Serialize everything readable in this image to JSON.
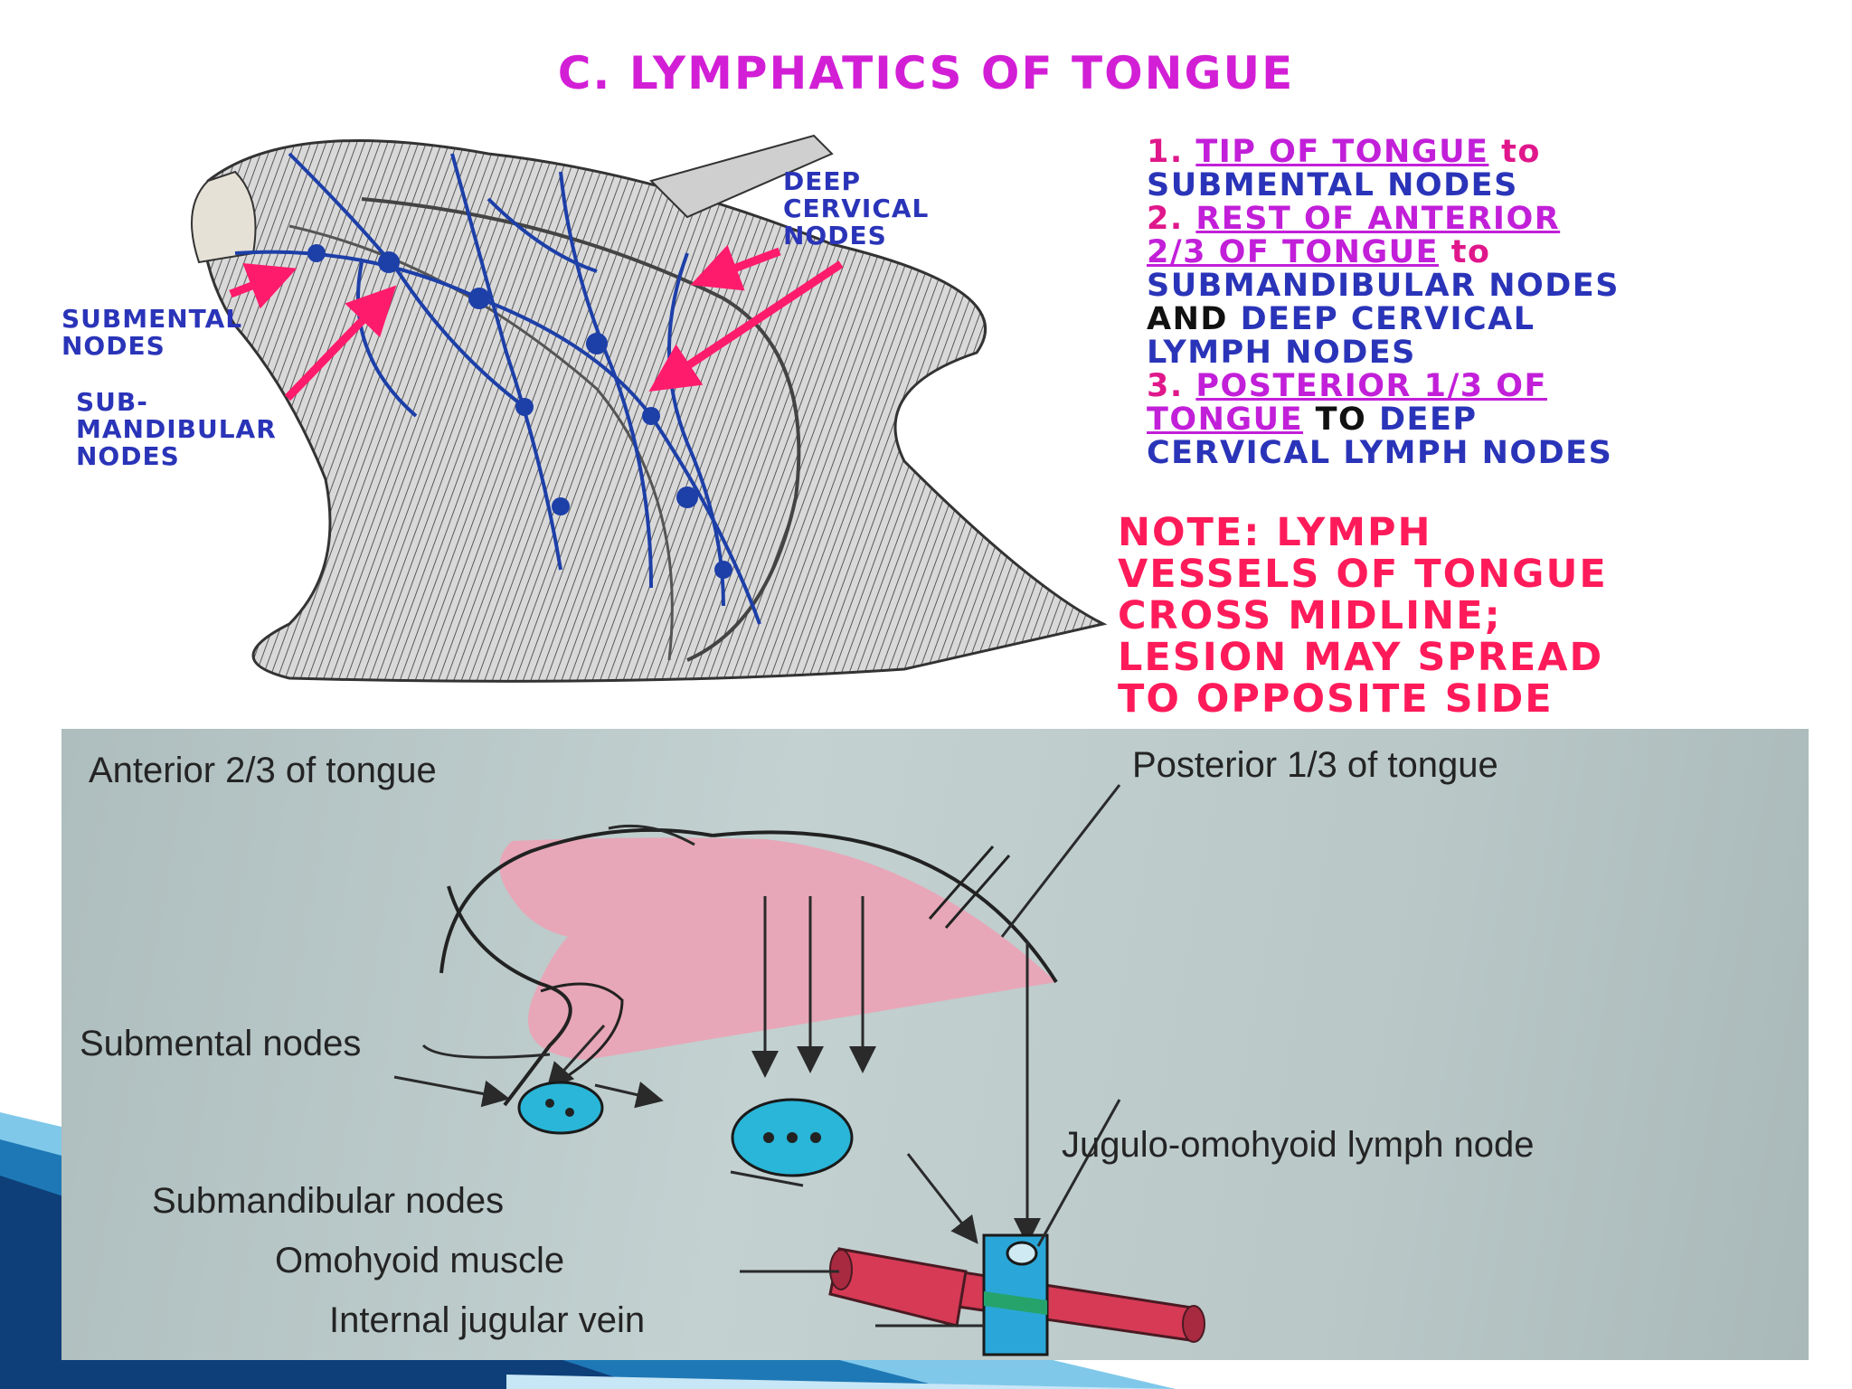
{
  "title": "C. LYMPHATICS OF TONGUE",
  "drawing_labels": {
    "deep_cervical": [
      "DEEP",
      "CERVICAL",
      "NODES"
    ],
    "submental": [
      "SUBMENTAL",
      "NODES"
    ],
    "submandibular": [
      "SUB-",
      "MANDIBULAR",
      "NODES"
    ]
  },
  "drainage_list": [
    {
      "num": "1.",
      "region": "TIP OF TONGUE",
      "connector": "to",
      "dest": "SUBMENTAL NODES"
    },
    {
      "num": "2.",
      "region_line1": "REST OF ANTERIOR",
      "region_line2": "2/3 OF TONGUE",
      "connector": "to",
      "dest_line1": "SUBMANDIBULAR NODES",
      "and": "AND",
      "dest_line2": "DEEP CERVICAL",
      "dest_line3": "LYMPH NODES"
    },
    {
      "num": "3.",
      "region_line1": "POSTERIOR 1/3 OF",
      "region_line2": "TONGUE",
      "connector": "TO",
      "dest_line1": "DEEP",
      "dest_line2": "CERVICAL LYMPH NODES"
    }
  ],
  "note": [
    "NOTE: LYMPH",
    "VESSELS OF TONGUE",
    "CROSS MIDLINE;",
    "LESION MAY SPREAD",
    "TO OPPOSITE SIDE"
  ],
  "diagram_labels": {
    "anterior": "Anterior 2/3 of tongue",
    "posterior": "Posterior 1/3 of tongue",
    "submental": "Submental nodes",
    "submandibular": "Submandibular nodes",
    "jugulo": "Jugulo-omohyoid lymph node",
    "omohyoid": "Omohyoid muscle",
    "ijv": "Internal jugular vein"
  },
  "colors": {
    "title": "#d21fd6",
    "blue_text": "#2a34b8",
    "pink_text": "#e0178b",
    "note": "#ff1b5a",
    "tongue": "#e7a7b8",
    "node": "#29b6d8",
    "muscle": "#d63a55"
  }
}
